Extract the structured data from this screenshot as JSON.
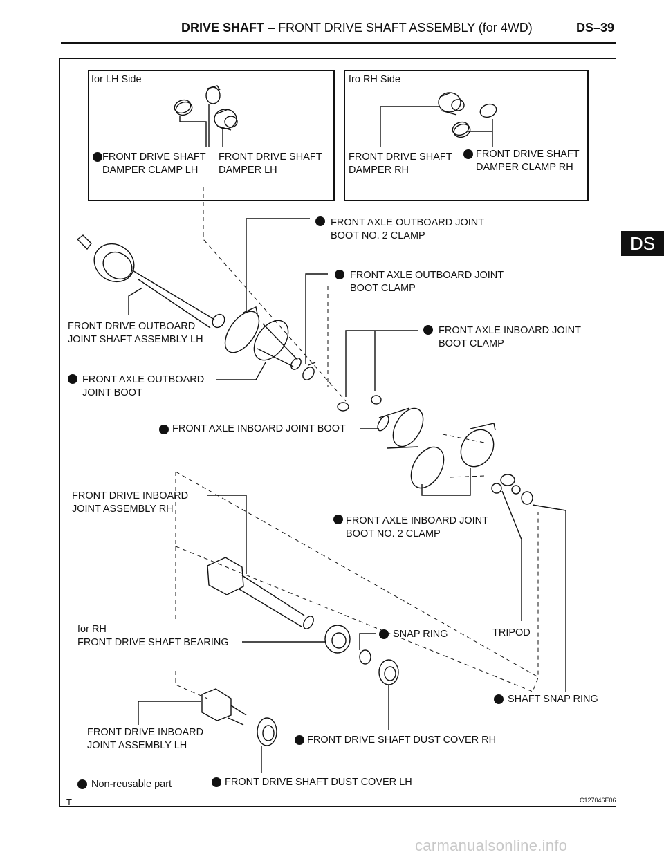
{
  "header": {
    "section": "DRIVE SHAFT",
    "separator": "–",
    "title": "FRONT DRIVE SHAFT ASSEMBLY (for 4WD)",
    "page": "DS–39"
  },
  "side_tab": "DS",
  "insets": {
    "lh": "for LH Side",
    "rh": "fro RH Side"
  },
  "labels": {
    "damper_clamp_lh": "FRONT DRIVE SHAFT\nDAMPER CLAMP LH",
    "damper_lh": "FRONT DRIVE SHAFT\nDAMPER LH",
    "damper_rh": "FRONT DRIVE SHAFT\nDAMPER RH",
    "damper_clamp_rh": "FRONT DRIVE SHAFT\nDAMPER CLAMP RH",
    "ob_boot_no2_clamp": "FRONT AXLE OUTBOARD JOINT\nBOOT NO. 2 CLAMP",
    "ob_boot_clamp": "FRONT AXLE OUTBOARD JOINT\nBOOT CLAMP",
    "ib_boot_clamp": "FRONT AXLE INBOARD JOINT\nBOOT CLAMP",
    "ob_joint_shaft_lh": "FRONT DRIVE OUTBOARD\nJOINT SHAFT ASSEMBLY LH",
    "ob_joint_boot": "FRONT AXLE OUTBOARD\nJOINT BOOT",
    "ib_joint_boot": "FRONT AXLE INBOARD JOINT BOOT",
    "ib_joint_rh": "FRONT DRIVE INBOARD\nJOINT ASSEMBLY RH",
    "ib_boot_no2_clamp": "FRONT AXLE INBOARD JOINT\nBOOT NO. 2 CLAMP",
    "bearing": "for RH\nFRONT DRIVE SHAFT BEARING",
    "snap_ring": "SNAP RING",
    "tripod": "TRIPOD",
    "shaft_snap_ring": "SHAFT SNAP RING",
    "ib_joint_lh": "FRONT DRIVE INBOARD\nJOINT ASSEMBLY LH",
    "dust_cover_rh": "FRONT DRIVE SHAFT DUST COVER RH",
    "dust_cover_lh": "FRONT DRIVE SHAFT DUST COVER LH",
    "non_reusable": "Non-reusable part"
  },
  "figure_code": "C127046E06",
  "corner_mark": "T",
  "watermark": "carmanualsonline.info"
}
